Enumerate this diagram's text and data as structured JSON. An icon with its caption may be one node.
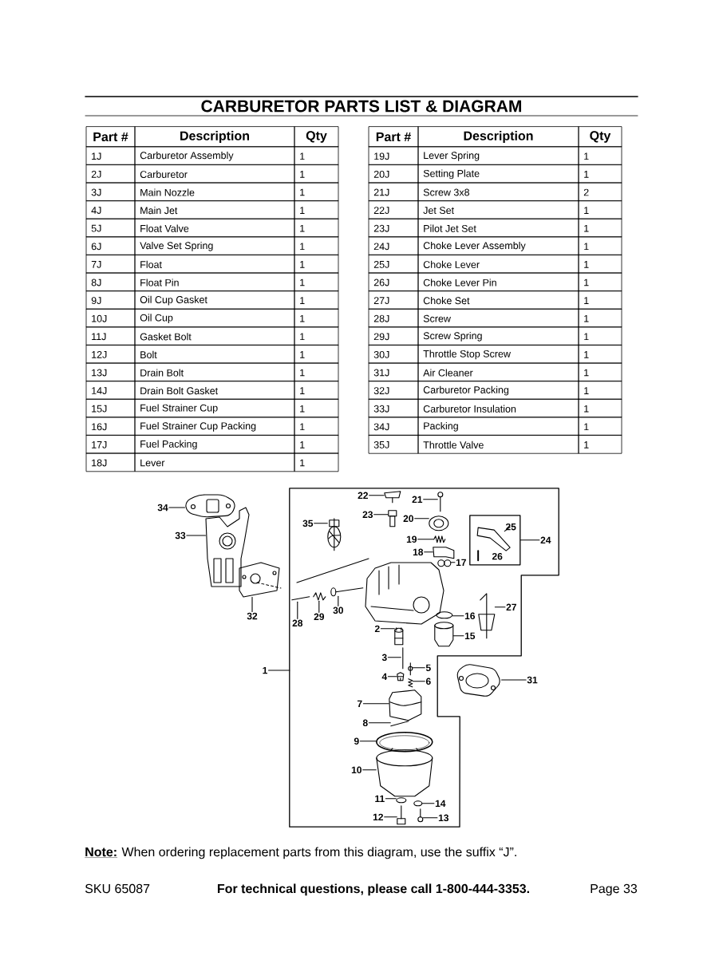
{
  "diagram": {
    "title": "CARBURETOR PARTS LIST & DIAGRAM",
    "nodes": [
      {
        "text": [],
        "shape": "box"
      },
      {
        "text": [],
        "shape": "box",
        "in": 0
      },
      {
        "text": [
          "22"
        ],
        "in": 0
      },
      {
        "text": [
          "21"
        ],
        "in": 0
      },
      {
        "text": [
          "34"
        ]
      },
      {
        "text": [
          "23"
        ],
        "in": 0
      },
      {
        "text": [
          "20"
        ],
        "in": 0
      },
      {
        "text": [
          "35"
        ],
        "in": 0
      },
      {
        "text": [
          "25"
        ],
        "in": 1
      },
      {
        "text": [
          "33"
        ]
      },
      {
        "text": [
          "19"
        ],
        "in": 0
      },
      {
        "text": [
          "24"
        ],
        "in": 0
      },
      {
        "text": [
          "18"
        ],
        "in": 0
      },
      {
        "text": [
          "26"
        ],
        "in": 1
      },
      {
        "text": [
          "17"
        ],
        "in": 0
      },
      {
        "text": [
          "27"
        ],
        "in": 0
      },
      {
        "text": [
          "30"
        ],
        "in": 0
      },
      {
        "text": [
          "16"
        ],
        "in": 0
      },
      {
        "text": [
          "29"
        ],
        "in": 0
      },
      {
        "text": [
          "32"
        ]
      },
      {
        "text": [
          "28"
        ],
        "in": 0
      },
      {
        "text": [
          "2"
        ],
        "in": 0
      },
      {
        "text": [
          "15"
        ],
        "in": 0
      },
      {
        "text": [
          "3"
        ],
        "in": 0
      },
      {
        "text": [
          "5"
        ],
        "in": 0
      },
      {
        "text": [
          "1"
        ]
      },
      {
        "text": [
          "4"
        ],
        "in": 0
      },
      {
        "text": [
          "31"
        ]
      },
      {
        "text": [
          "6"
        ],
        "in": 0
      },
      {
        "text": [
          "7"
        ],
        "in": 0
      },
      {
        "text": [
          "8"
        ],
        "in": 0
      },
      {
        "text": [
          "9"
        ],
        "in": 0
      },
      {
        "text": [
          "10"
        ],
        "in": 0
      },
      {
        "text": [
          "11"
        ],
        "in": 0
      },
      {
        "text": [
          "14"
        ],
        "in": 0
      },
      {
        "text": [
          "12"
        ],
        "in": 0
      },
      {
        "text": [
          "13"
        ],
        "in": 0
      },
      {
        "text": [],
        "shape": "picture"
      },
      {
        "text": [],
        "shape": "picture"
      },
      {
        "text": [],
        "shape": "picture"
      },
      {
        "text": [],
        "shape": "picture",
        "in": 0
      },
      {
        "text": [],
        "shape": "picture",
        "in": 0
      },
      {
        "text": [],
        "shape": "picture",
        "in": 0
      },
      {
        "text": [],
        "shape": "picture",
        "in": 0
      },
      {
        "text": [],
        "shape": "picture",
        "in": 0
      },
      {
        "text": [],
        "shape": "picture",
        "in": 0
      },
      {
        "text": [],
        "shape": "picture",
        "in": 0
      },
      {
        "text": [],
        "shape": "picture",
        "in": 0
      },
      {
        "text": [],
        "shape": "picture",
        "in": 1
      },
      {
        "text": [],
        "shape": "picture",
        "in": 1
      },
      {
        "text": [],
        "shape": "picture",
        "in": 0
      },
      {
        "text": [],
        "shape": "picture",
        "in": 0
      },
      {
        "text": [],
        "shape": "picture",
        "in": 0
      },
      {
        "text": [],
        "shape": "picture",
        "in": 0
      },
      {
        "text": [],
        "shape": "picture",
        "in": 0
      },
      {
        "text": [],
        "shape": "picture",
        "in": 0
      },
      {
        "text": [],
        "shape": "picture",
        "in": 0
      },
      {
        "text": [],
        "shape": "picture",
        "in": 0
      },
      {
        "text": [],
        "shape": "picture",
        "in": 0
      },
      {
        "text": [],
        "shape": "picture",
        "in": 0
      },
      {
        "text": [],
        "shape": "picture",
        "in": 0
      },
      {
        "text": [],
        "shape": "picture"
      },
      {
        "text": [],
        "shape": "picture",
        "in": 0
      },
      {
        "text": [],
        "shape": "picture",
        "in": 0
      },
      {
        "text": [],
        "shape": "picture",
        "in": 0
      },
      {
        "text": [],
        "shape": "picture",
        "in": 0
      },
      {
        "text": [],
        "shape": "picture",
        "in": 0
      },
      {
        "text": [],
        "shape": "picture",
        "in": 0
      },
      {
        "text": [],
        "shape": "picture",
        "in": 0
      },
      {
        "text": [],
        "shape": "picture",
        "in": 0
      }
    ],
    "edges": [
      {
        "from": 2,
        "to": 41,
        "arrow": "none"
      },
      {
        "from": 3,
        "to": 43,
        "arrow": "none"
      },
      {
        "from": 4,
        "to": 37,
        "arrow": "none"
      },
      {
        "from": 5,
        "to": 42,
        "arrow": "none"
      },
      {
        "from": 6,
        "to": 44,
        "arrow": "none"
      },
      {
        "from": 7,
        "to": 40,
        "arrow": "none"
      },
      {
        "from": 8,
        "to": 48,
        "arrow": "none"
      },
      {
        "from": 9,
        "to": 38,
        "arrow": "none"
      },
      {
        "from": 10,
        "to": 45,
        "arrow": "none"
      },
      {
        "from": 11,
        "to": 1,
        "arrow": "none"
      },
      {
        "from": 12,
        "to": 46,
        "arrow": "none"
      },
      {
        "from": 14,
        "to": 47,
        "arrow": "none"
      },
      {
        "from": 15,
        "to": 50,
        "arrow": "none"
      },
      {
        "from": 16,
        "to": 51,
        "arrow": "none"
      },
      {
        "from": 17,
        "to": 55,
        "arrow": "none"
      },
      {
        "from": 18,
        "to": 52,
        "arrow": "none"
      },
      {
        "from": 19,
        "to": 39,
        "arrow": "none"
      },
      {
        "from": 20,
        "to": 53,
        "arrow": "none"
      },
      {
        "from": 21,
        "to": 54,
        "arrow": "none"
      },
      {
        "from": 22,
        "to": 56,
        "arrow": "none"
      },
      {
        "from": 23,
        "to": 57,
        "arrow": "none"
      },
      {
        "from": 24,
        "to": 59,
        "arrow": "none"
      },
      {
        "from": 25,
        "to": 0,
        "arrow": "none"
      },
      {
        "from": 26,
        "to": 58,
        "arrow": "none"
      },
      {
        "from": 27,
        "to": 61,
        "arrow": "none"
      },
      {
        "from": 28,
        "to": 60,
        "arrow": "none"
      },
      {
        "from": 29,
        "to": 62,
        "arrow": "none"
      },
      {
        "from": 30,
        "to": 63,
        "arrow": "none"
      },
      {
        "from": 31,
        "to": 64,
        "arrow": "none"
      },
      {
        "from": 32,
        "to": 65,
        "arrow": "none"
      },
      {
        "from": 33,
        "to": 66,
        "arrow": "none"
      },
      {
        "from": 34,
        "to": 68,
        "arrow": "none"
      },
      {
        "from": 35,
        "to": 67,
        "arrow": "none"
      },
      {
        "from": 36,
        "to": 69,
        "arrow": "none"
      }
    ],
    "labels": [
      "Part #",
      "Description",
      "Qty",
      "1J",
      "Carburetor Assembly",
      "1",
      "2J",
      "Carburetor",
      "1",
      "3J",
      "Main Nozzle",
      "1",
      "4J",
      "Main Jet",
      "1",
      "5J",
      "Float Valve",
      "1",
      "6J",
      "Valve Set Spring",
      "1",
      "7J",
      "Float",
      "1",
      "8J",
      "Float Pin",
      "1",
      "9J",
      "Oil Cup Gasket",
      "1",
      "10J",
      "Oil Cup",
      "1",
      "11J",
      "Gasket Bolt",
      "1",
      "12J",
      "Bolt",
      "1",
      "13J",
      "Drain Bolt",
      "1",
      "14J",
      "Drain Bolt Gasket",
      "1",
      "15J",
      "Fuel Strainer Cup",
      "1",
      "16J",
      "Fuel Strainer Cup Packing",
      "1",
      "17J",
      "Fuel Packing",
      "1",
      "18J",
      "Lever",
      "1",
      "Part #",
      "Description",
      "Qty",
      "19J",
      "Lever Spring",
      "1",
      "20J",
      "Setting Plate",
      "1",
      "21J",
      "Screw 3x8",
      "2",
      "22J",
      "Jet Set",
      "1",
      "23J",
      "Pilot Jet Set",
      "1",
      "24J",
      "Choke Lever Assembly",
      "1",
      "25J",
      "Choke Lever",
      "1",
      "26J",
      "Choke Lever Pin",
      "1",
      "27J",
      "Choke Set",
      "1",
      "28J",
      "Screw",
      "1",
      "29J",
      "Screw Spring",
      "1",
      "30J",
      "Throttle Stop Screw",
      "1",
      "31J",
      "Air Cleaner",
      "1",
      "32J",
      "Carburetor Packing",
      "1",
      "33J",
      "Carburetor Insulation",
      "1",
      "34J",
      "Packing",
      "1",
      "35J",
      "Throttle Valve",
      "1",
      "Note:",
      "When ordering replacement parts from this diagram, use the suffix “J”.",
      "SKU 65087",
      "For technical questions, please call 1-800-444-3353.",
      "Page 33"
    ]
  }
}
